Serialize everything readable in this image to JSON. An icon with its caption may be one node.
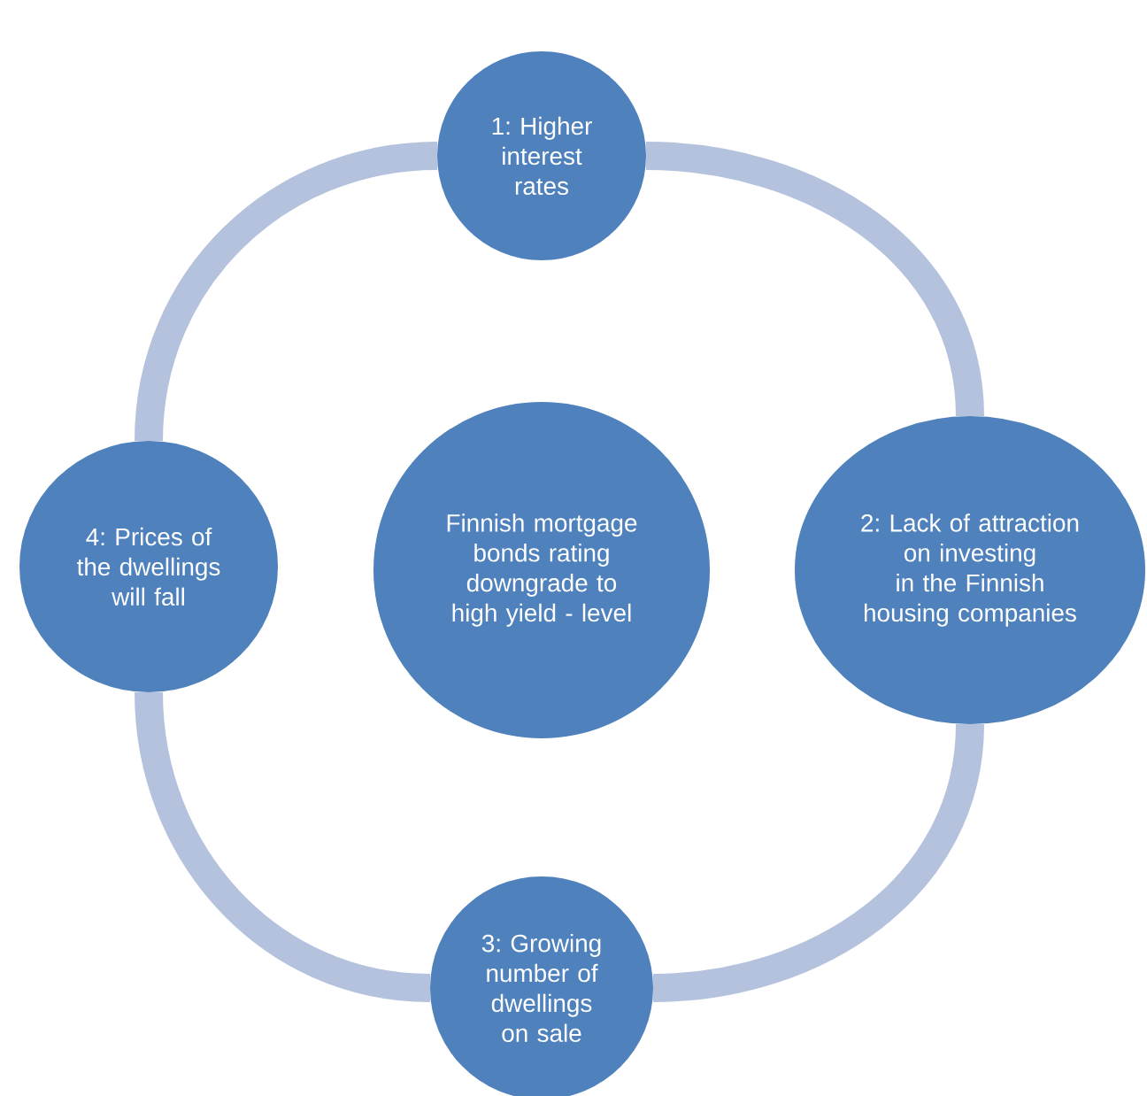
{
  "diagram": {
    "nodes": [
      {
        "text": [
          "1: Higher interest rates"
        ]
      },
      {
        "text": [
          "2: Lack of attraction on investing in the Finnish housing companies"
        ]
      },
      {
        "text": [
          "3: Growing number of dwellings on sale"
        ]
      },
      {
        "text": [
          "4: Prices of the dwellings will fall"
        ]
      },
      {
        "text": [
          "Finnish mortgage bonds rating downgrade to high yield - level"
        ]
      }
    ],
    "edges": [
      {
        "from": 0,
        "to": 1,
        "arrow": "none"
      },
      {
        "from": 1,
        "to": 2,
        "arrow": "none"
      },
      {
        "from": 2,
        "to": 3,
        "arrow": "none"
      },
      {
        "from": 3,
        "to": 0,
        "arrow": "none"
      }
    ]
  }
}
